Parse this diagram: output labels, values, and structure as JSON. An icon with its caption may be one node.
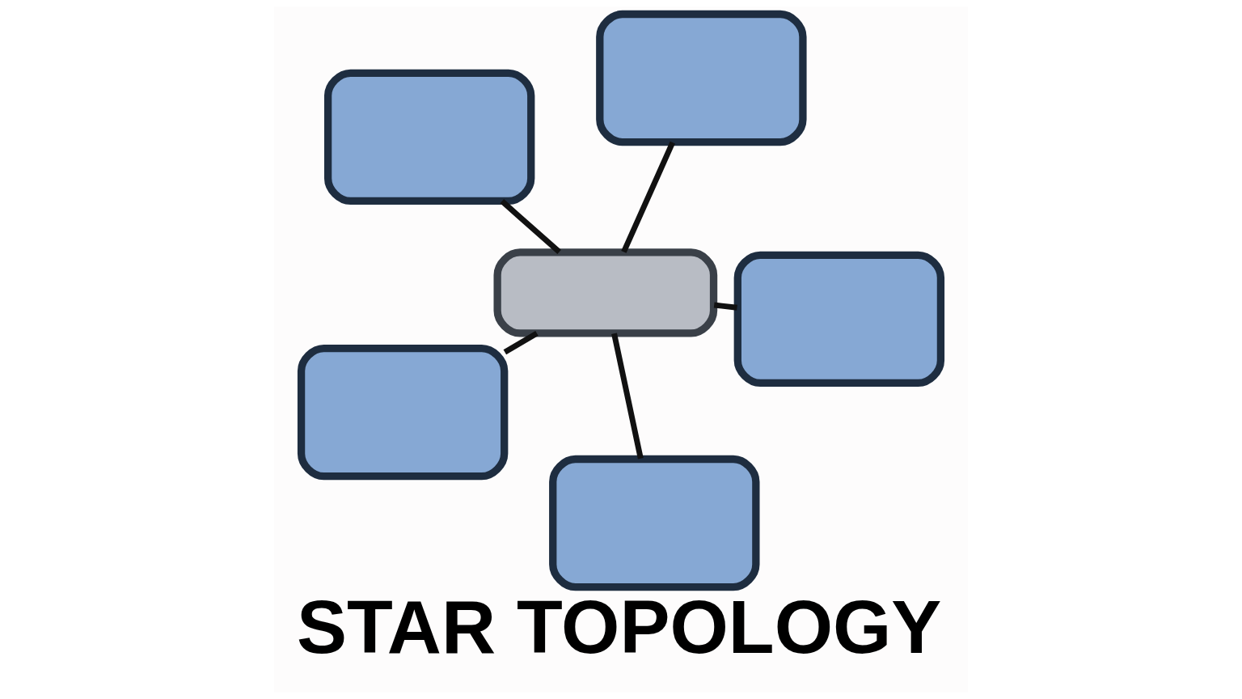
{
  "diagram": {
    "title": "STAR TOPOLOGY",
    "nodes": [
      {
        "text": [],
        "shape": "box"
      },
      {
        "text": [],
        "shape": "box"
      },
      {
        "text": [],
        "shape": "box"
      },
      {
        "text": [],
        "shape": "box"
      },
      {
        "text": [],
        "shape": "box"
      },
      {
        "text": [],
        "shape": "box"
      }
    ],
    "edges": [
      {
        "from": 3,
        "to": 0,
        "arrow": "none"
      },
      {
        "from": 3,
        "to": 1,
        "arrow": "none"
      },
      {
        "from": 3,
        "to": 2,
        "arrow": "none"
      },
      {
        "from": 3,
        "to": 4,
        "arrow": "none"
      },
      {
        "from": 3,
        "to": 5,
        "arrow": "none"
      }
    ]
  }
}
